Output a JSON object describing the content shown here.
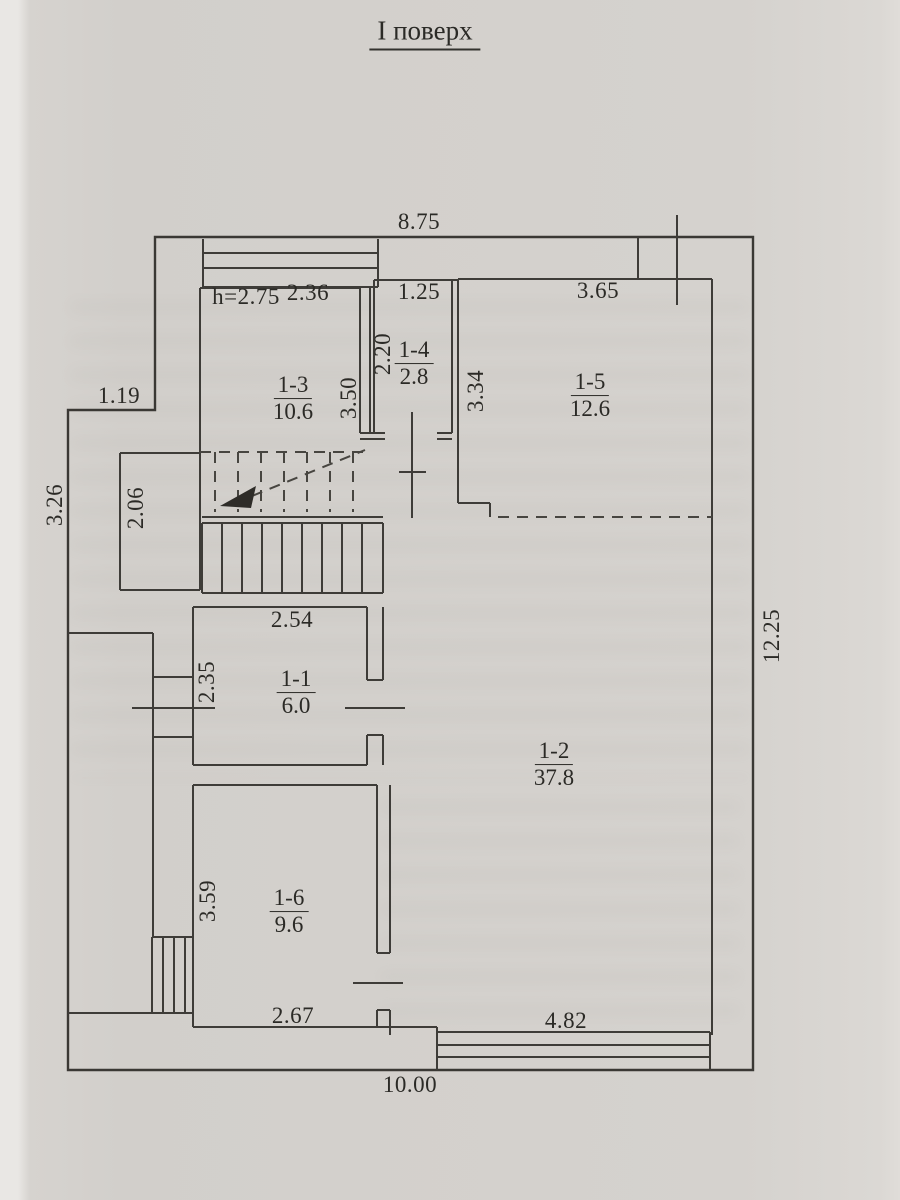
{
  "title": "І поверх",
  "rooms": {
    "r11": {
      "num": "1-1",
      "area": "6.0"
    },
    "r12": {
      "num": "1-2",
      "area": "37.8"
    },
    "r13": {
      "num": "1-3",
      "area": "10.6"
    },
    "r14": {
      "num": "1-4",
      "area": "2.8"
    },
    "r15": {
      "num": "1-5",
      "area": "12.6"
    },
    "r16": {
      "num": "1-6",
      "area": "9.6"
    }
  },
  "dims": {
    "top_width": "8.75",
    "ceiling_height": "h=2.75",
    "r13_width": "2.36",
    "r14_width": "1.25",
    "r15_width": "3.65",
    "r14_depth": "2.20",
    "r13_depth": "3.50",
    "r15_depth": "3.34",
    "wing_step": "1.19",
    "wing_left": "3.26",
    "closet_depth": "2.06",
    "r11_width": "2.54",
    "r11_depth": "2.35",
    "right_height": "12.25",
    "r16_depth": "3.59",
    "r16_width": "2.67",
    "window_width": "4.82",
    "bottom_width": "10.00"
  }
}
